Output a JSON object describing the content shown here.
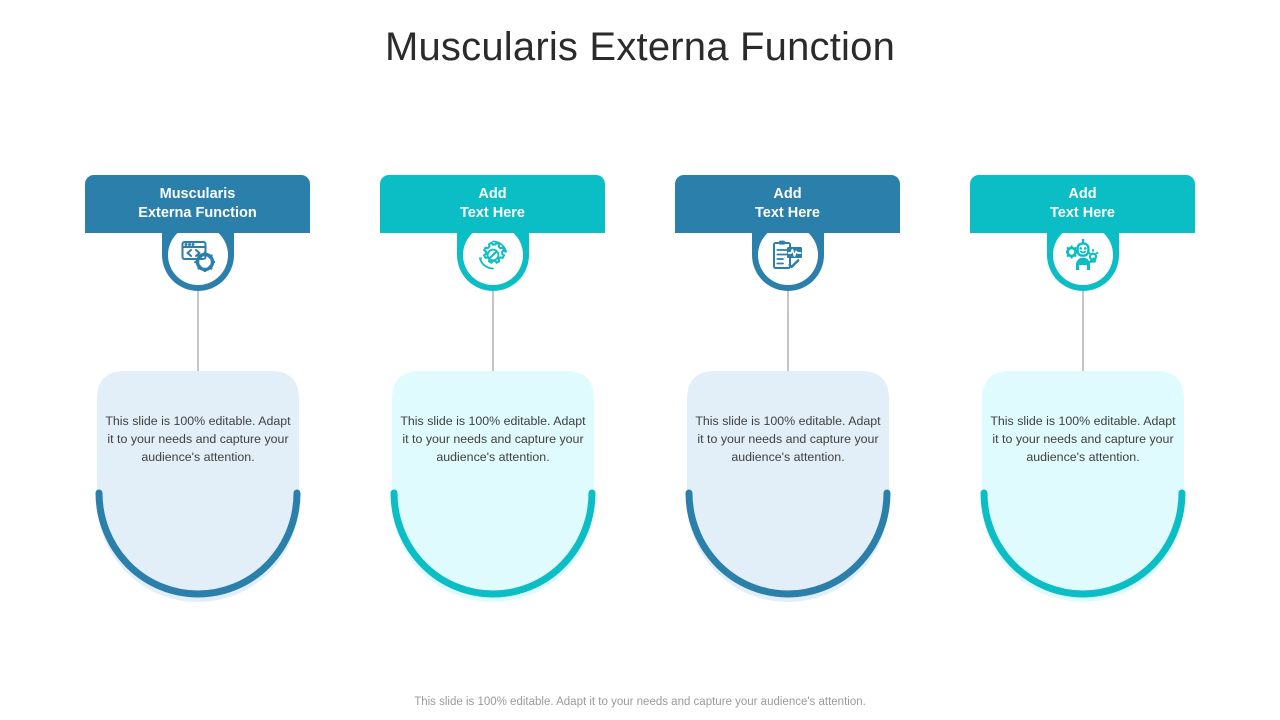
{
  "slide": {
    "title": "Muscularis Externa Function",
    "footer_note": "This slide is 100% editable. Adapt it to your needs and capture your audience's attention."
  },
  "colors": {
    "blue": "#2B7FAB",
    "blue_dark": "#2A7BA5",
    "teal": "#0BBDC4",
    "teal_dark": "#09B5BC",
    "body_blue_fill": "#E2EFF8",
    "body_teal_fill": "#E0FBFD",
    "title_text": "#2b2b2b",
    "body_text": "#404040",
    "footer_text": "#9a9a9a",
    "connector_line": "#8c8c8c",
    "badge_inner": "#ffffff"
  },
  "columns": [
    {
      "header_line1": "Muscularis",
      "header_line2": "Externa Function",
      "accent": "#2B7FAB",
      "fill": "#E2EFF8",
      "icon": "code-window-gear-icon",
      "body_text": "This slide is 100% editable. Adapt it to your needs and capture your audience's attention."
    },
    {
      "header_line1": "Add",
      "header_line2": "Text Here",
      "accent": "#0BBDC4",
      "fill": "#E0FBFD",
      "icon": "gear-process-icon",
      "body_text": "This slide is 100% editable. Adapt it to your needs and capture your audience's attention."
    },
    {
      "header_line1": "Add",
      "header_line2": "Text Here",
      "accent": "#2B7FAB",
      "fill": "#E2EFF8",
      "icon": "clipboard-ecg-icon",
      "body_text": "This slide is 100% editable. Adapt it to your needs and capture your audience's attention."
    },
    {
      "header_line1": "Add",
      "header_line2": "Text Here",
      "accent": "#0BBDC4",
      "fill": "#E0FBFD",
      "icon": "robot-assistant-icon",
      "body_text": "This slide is 100% editable. Adapt it to your needs and capture your audience's attention."
    }
  ]
}
